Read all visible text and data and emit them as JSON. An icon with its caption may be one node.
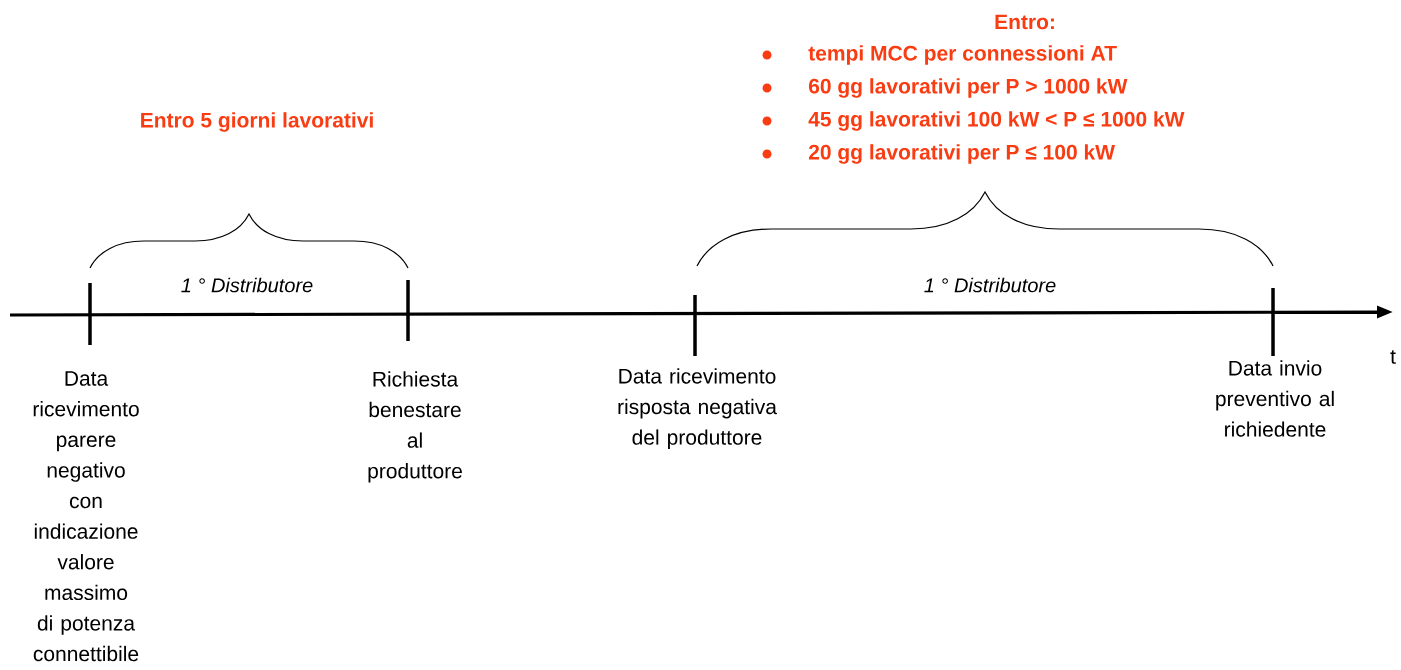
{
  "diagram": {
    "labels": [
      "Entro:",
      "tempi MCC per connessioni AT",
      "60 gg lavorativi per P > 1000 kW",
      "45 gg lavorativi 100 kW < P ≤ 1000 kW",
      "20 gg lavorativi per P ≤ 100 kW",
      "Entro 5 giorni lavorativi",
      "1 ° Distributore",
      "1 ° Distributore",
      "t",
      "Data ricevimento parere negativo con indicazione valore massimo di potenza connettibile",
      "Richiesta benestare al produttore",
      "Data ricevimento risposta negativa del produttore",
      "Data invio preventivo al richiedente"
    ]
  }
}
